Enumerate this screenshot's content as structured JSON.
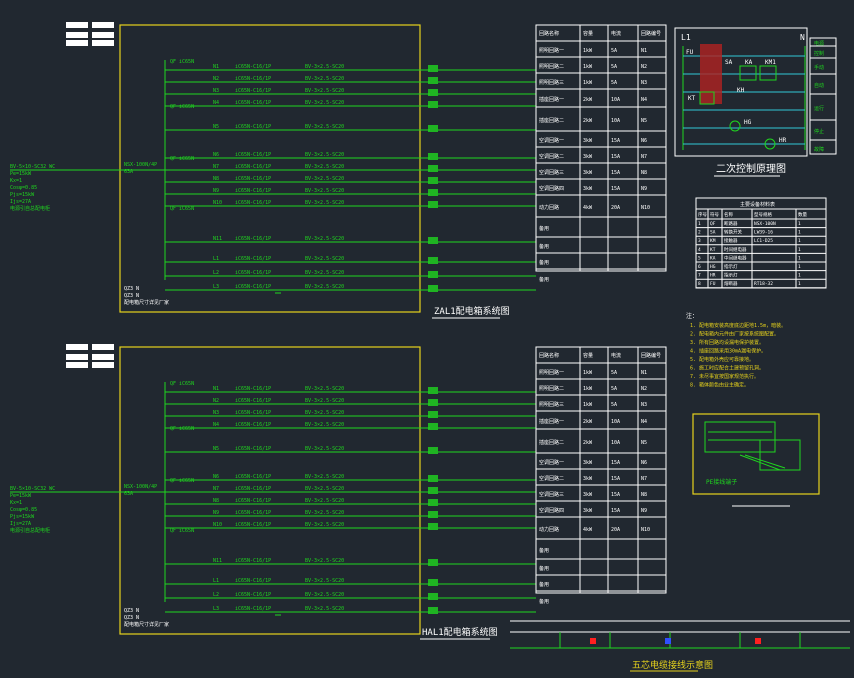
{
  "drawing": {
    "top_panel_title": "ZAL1配电箱系统图",
    "bottom_panel_title": "HAL1配电箱系统图",
    "secondary_title": "二次控制原理图",
    "wiring_title": "五芯电缆接线示意图",
    "notes_label": "注：",
    "terminal_caption": "PE接线端子"
  },
  "colors": {
    "background": "#212830",
    "circuit": "#1fd61f",
    "border": "#e6d21c",
    "table": "#ffffff",
    "control": "#31c7d6"
  },
  "top_panel": {
    "incoming": [
      "BV-5×10-SC32 WC",
      "Pe=15kW",
      "Kx=1",
      "Cosφ=0.85",
      "Pjs=15kW",
      "Ijs=27A",
      "电源引自总配电柜"
    ],
    "main_breaker": [
      "NSX-100N/4P",
      "63A"
    ],
    "circuits": [
      "N1",
      "N2",
      "N3",
      "N4",
      "N5",
      "N6",
      "N7",
      "N8",
      "N9",
      "N10",
      "N11",
      "L1",
      "L2",
      "L3"
    ],
    "table_headers": [
      "回路名称",
      "容量",
      "电流",
      "回路编号"
    ],
    "table_rows": [
      [
        "照明回路一",
        "1kW",
        "5A",
        "N1"
      ],
      [
        "照明回路二",
        "1kW",
        "5A",
        "N2"
      ],
      [
        "照明回路三",
        "1kW",
        "5A",
        "N3"
      ],
      [
        "插座回路一",
        "2kW",
        "10A",
        "N4"
      ],
      [
        "插座回路二",
        "2kW",
        "10A",
        "N5"
      ],
      [
        "空调回路一",
        "3kW",
        "15A",
        "N6"
      ],
      [
        "空调回路二",
        "3kW",
        "15A",
        "N7"
      ],
      [
        "空调回路三",
        "3kW",
        "15A",
        "N8"
      ],
      [
        "空调回路四",
        "3kW",
        "15A",
        "N9"
      ],
      [
        "动力回路",
        "4kW",
        "20A",
        "N10"
      ],
      [
        "备用",
        "",
        "",
        ""
      ],
      [
        "备用",
        "",
        "",
        ""
      ],
      [
        "备用",
        "",
        "",
        ""
      ],
      [
        "备用",
        "",
        "",
        ""
      ]
    ]
  },
  "bottom_panel": {
    "incoming": [
      "BV-5×10-SC32 WC",
      "Pe=15kW",
      "Kx=1",
      "Cosφ=0.85",
      "Pjs=15kW",
      "Ijs=27A",
      "电源引自总配电柜"
    ],
    "main_breaker": [
      "NSX-100N/4P",
      "63A"
    ],
    "circuits": [
      "N1",
      "N2",
      "N3",
      "N4",
      "N5",
      "N6",
      "N7",
      "N8",
      "N9",
      "N10",
      "N11",
      "L1",
      "L2",
      "L3"
    ],
    "table_headers": [
      "回路名称",
      "容量",
      "电流",
      "回路编号"
    ],
    "table_rows": [
      [
        "照明回路一",
        "1kW",
        "5A",
        "N1"
      ],
      [
        "照明回路二",
        "1kW",
        "5A",
        "N2"
      ],
      [
        "照明回路三",
        "1kW",
        "5A",
        "N3"
      ],
      [
        "插座回路一",
        "2kW",
        "10A",
        "N4"
      ],
      [
        "插座回路二",
        "2kW",
        "10A",
        "N5"
      ],
      [
        "空调回路一",
        "3kW",
        "15A",
        "N6"
      ],
      [
        "空调回路二",
        "3kW",
        "15A",
        "N7"
      ],
      [
        "空调回路三",
        "3kW",
        "15A",
        "N8"
      ],
      [
        "空调回路四",
        "3kW",
        "15A",
        "N9"
      ],
      [
        "动力回路",
        "4kW",
        "20A",
        "N10"
      ],
      [
        "备用",
        "",
        "",
        ""
      ],
      [
        "备用",
        "",
        "",
        ""
      ],
      [
        "备用",
        "",
        "",
        ""
      ],
      [
        "备用",
        "",
        "",
        ""
      ]
    ]
  },
  "control": {
    "labels": [
      "L1",
      "N",
      "FU",
      "SA",
      "KA",
      "KM1",
      "KT",
      "HG",
      "HR",
      "KH"
    ],
    "right_legend": [
      "电源",
      "控制",
      "手动",
      "自动",
      "运行",
      "停止",
      "故障"
    ]
  },
  "equipment_table": {
    "title": "主要设备材料表",
    "headers": [
      "序号",
      "符号",
      "名称",
      "型号规格",
      "数量"
    ],
    "rows": [
      [
        "1",
        "QF",
        "断路器",
        "NSX-100N",
        "1"
      ],
      [
        "2",
        "SA",
        "转换开关",
        "LW39-16",
        "1"
      ],
      [
        "3",
        "KM",
        "接触器",
        "LC1-D25",
        "1"
      ],
      [
        "4",
        "KT",
        "时间继电器",
        "",
        "1"
      ],
      [
        "5",
        "KA",
        "中间继电器",
        "",
        "1"
      ],
      [
        "6",
        "HG",
        "指示灯",
        "",
        "1"
      ],
      [
        "7",
        "HR",
        "指示灯",
        "",
        "1"
      ],
      [
        "8",
        "FU",
        "熔断器",
        "RT18-32",
        "1"
      ]
    ]
  },
  "notes": [
    "1. 配电箱安装高度底边距地1.5m，暗装。",
    "2. 配电箱内元件由厂家按系统图配置。",
    "3. 所有回路均设漏电保护装置。",
    "4. 插座回路采用30mA漏电保护。",
    "5. 配电箱外壳应可靠接地。",
    "6. 施工时应配合土建预留孔洞。",
    "7. 未尽事宜按国家规范执行。",
    "8. 箱体颜色由业主确定。"
  ]
}
